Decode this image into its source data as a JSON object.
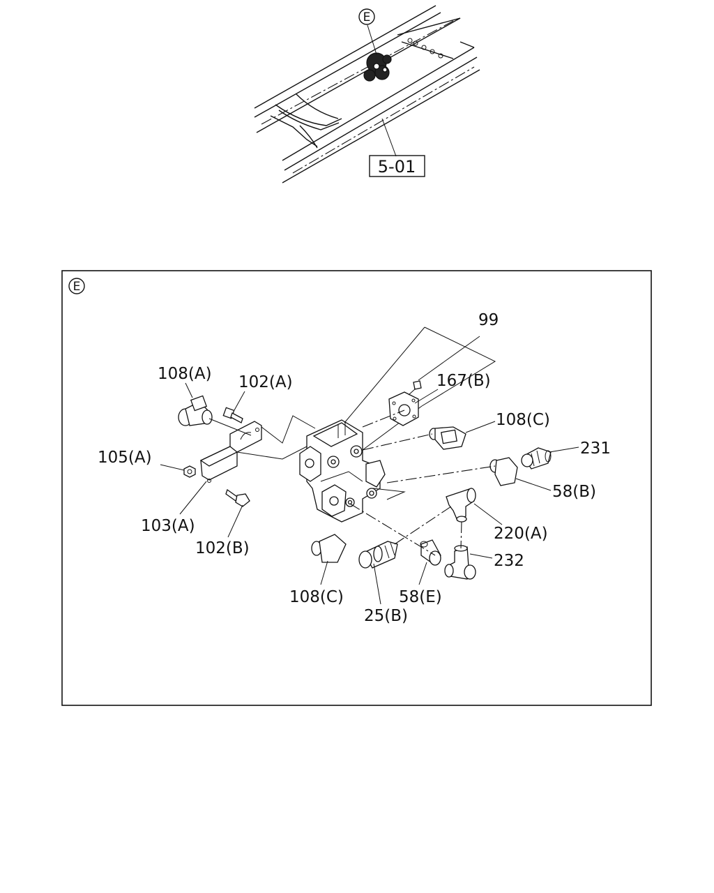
{
  "top_view": {
    "view_marker": "E",
    "reference_box": "5-01"
  },
  "detail_view": {
    "view_marker": "E",
    "labels": {
      "p99": "99",
      "p108A": "108(A)",
      "p102A": "102(A)",
      "p167B": "167(B)",
      "p108C_right": "108(C)",
      "p231": "231",
      "p105A": "105(A)",
      "p58B": "58(B)",
      "p103A": "103(A)",
      "p220A": "220(A)",
      "p102B": "102(B)",
      "p232": "232",
      "p108C_bottom": "108(C)",
      "p58E": "58(E)",
      "p25B": "25(B)"
    }
  }
}
